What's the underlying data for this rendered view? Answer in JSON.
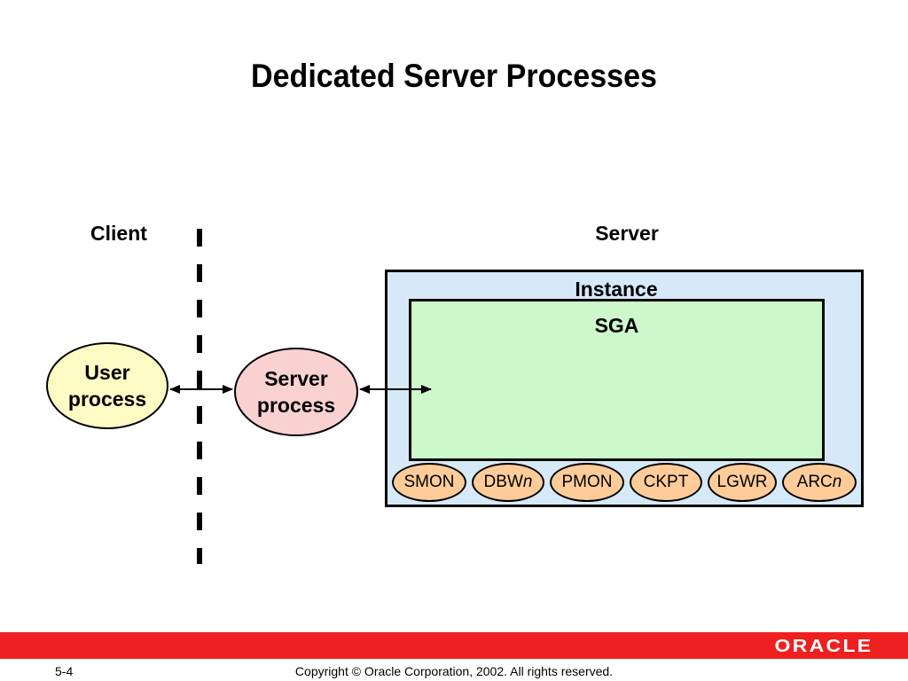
{
  "slide": {
    "title": "Dedicated Server Processes",
    "page_number": "5-4",
    "copyright": "Copyright © Oracle Corporation, 2002. All rights reserved.",
    "logo_text": "ORACLE",
    "footer_color": "#ee2020"
  },
  "diagram": {
    "client_label": "Client",
    "server_label": "Server",
    "user_process": {
      "line1": "User",
      "line2": "process",
      "color": "#fdfbc3"
    },
    "server_process": {
      "line1": "Server",
      "line2": "process",
      "color": "#fad1d1"
    },
    "instance": {
      "label": "Instance",
      "color": "#d6e9f8"
    },
    "sga": {
      "label": "SGA",
      "color": "#ccf8cc"
    },
    "background_processes": [
      {
        "base": "SMON",
        "suffix": ""
      },
      {
        "base": "DBW",
        "suffix": "n"
      },
      {
        "base": "PMON",
        "suffix": ""
      },
      {
        "base": "CKPT",
        "suffix": ""
      },
      {
        "base": "LGWR",
        "suffix": ""
      },
      {
        "base": "ARC",
        "suffix": "n"
      }
    ],
    "background_process_color": "#ffcc99"
  }
}
